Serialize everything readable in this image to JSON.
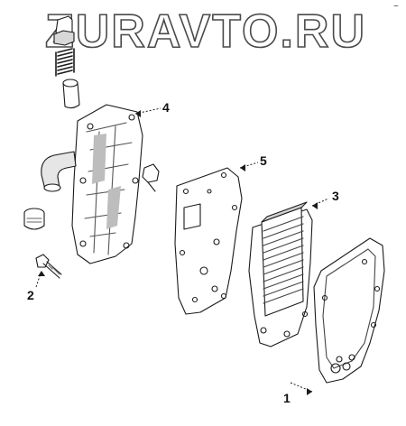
{
  "watermark": {
    "text": "ZURAVTO.RU"
  },
  "corner_mark": "~",
  "callouts": [
    {
      "id": "1",
      "label": "1"
    },
    {
      "id": "2",
      "label": "2"
    },
    {
      "id": "3",
      "label": "3"
    },
    {
      "id": "4",
      "label": "4"
    },
    {
      "id": "5",
      "label": "5"
    }
  ],
  "colors": {
    "line": "#1a1a1a",
    "shade": "#9a9a9a",
    "watermark_outline": "#4a4a4a"
  }
}
